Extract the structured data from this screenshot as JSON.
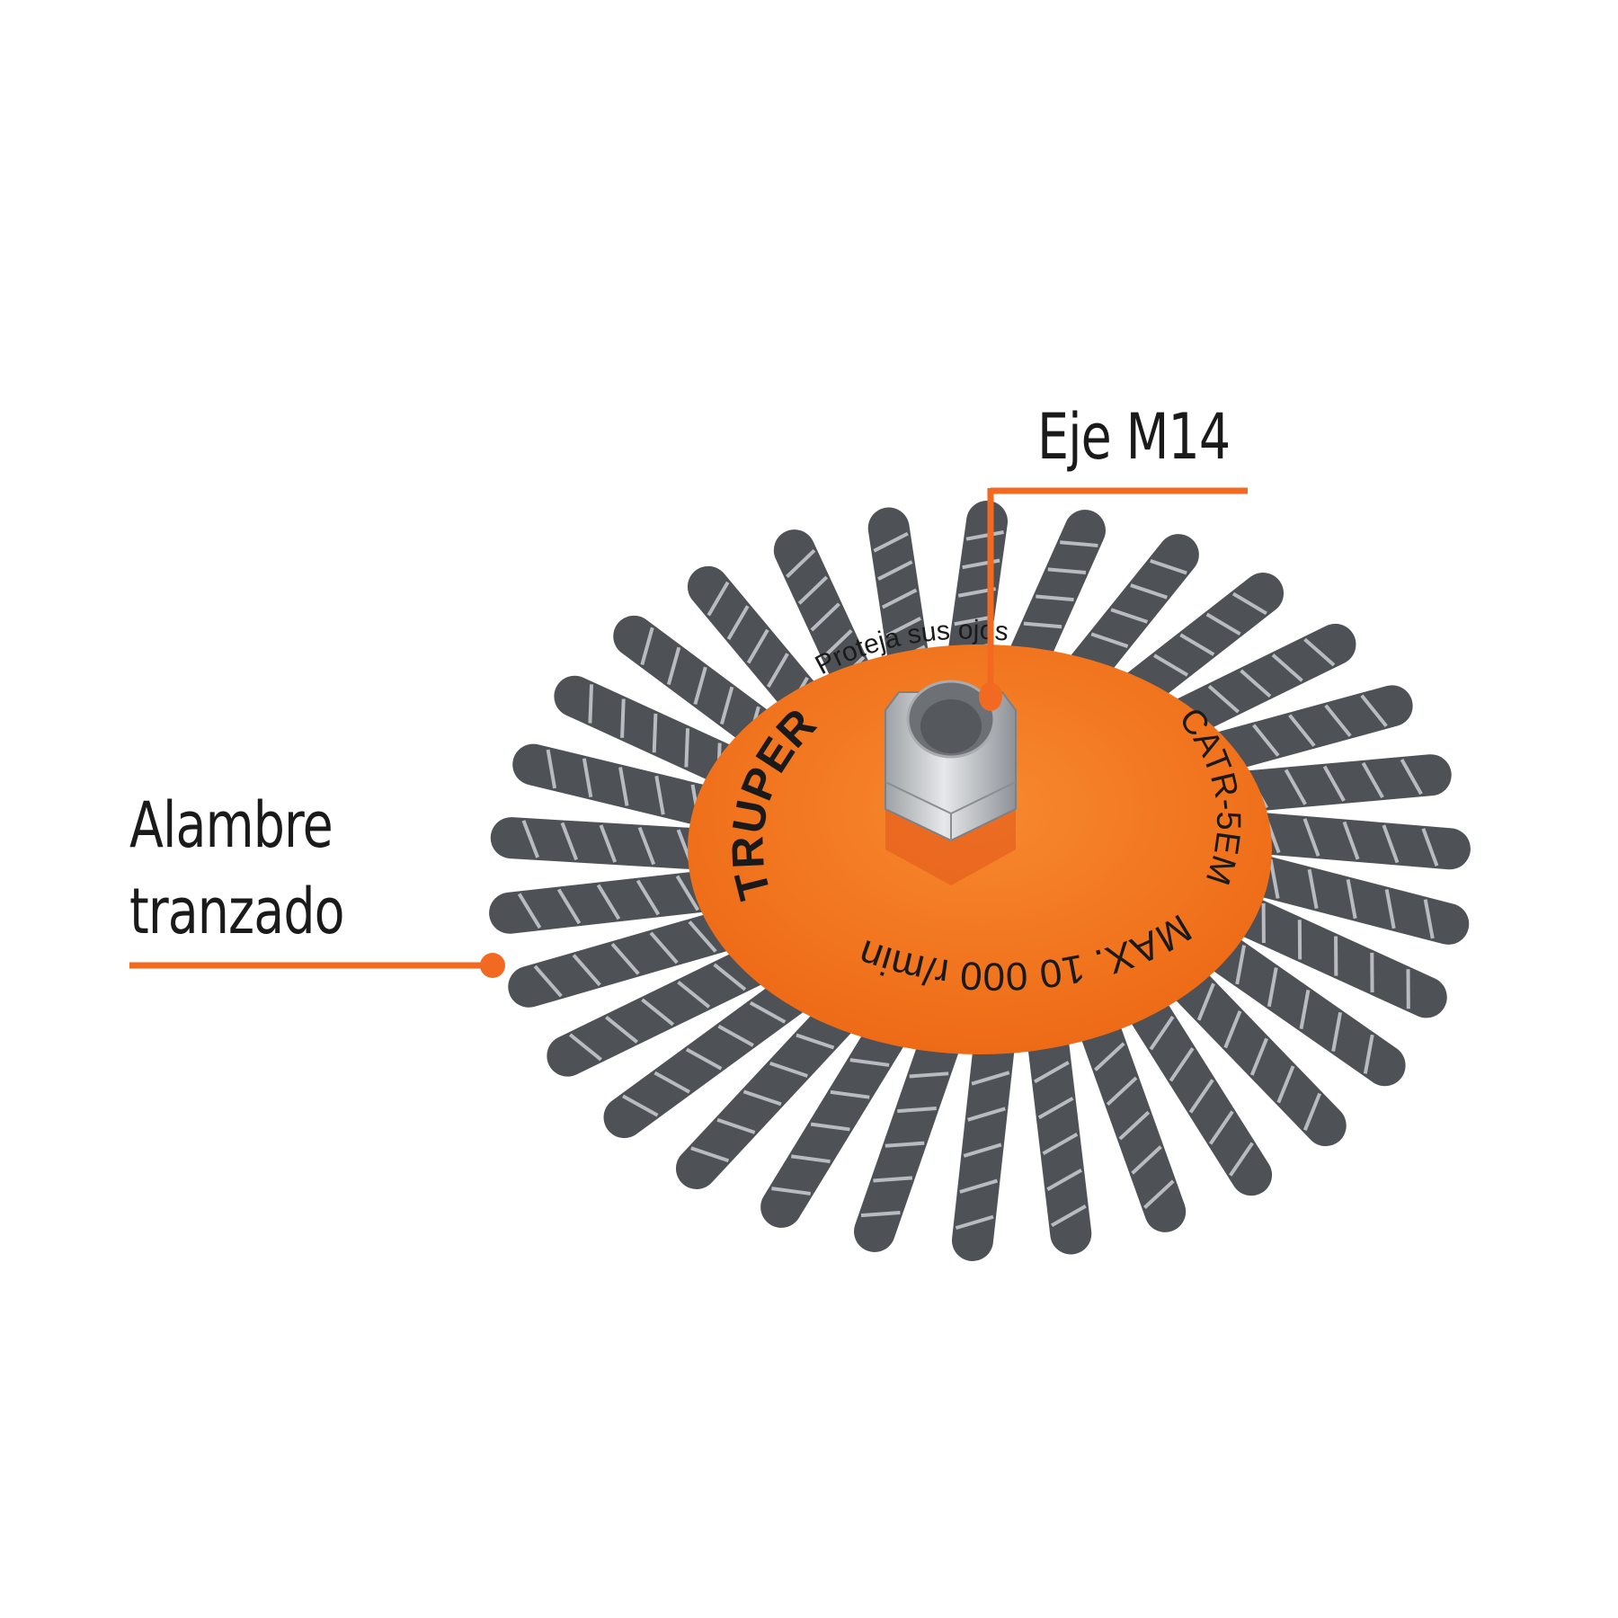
{
  "callouts": {
    "axis": {
      "label": "Eje M14"
    },
    "wire": {
      "line1": "Alambre",
      "line2": "tranzado"
    }
  },
  "product": {
    "brand": "TRUPER",
    "warning": "Proteja sus ojos",
    "model": "CATR-5EM",
    "max_speed": "MAX. 10 000 r/min"
  },
  "colors": {
    "accent": "#f26a21",
    "disc": "#f47a20",
    "text": "#1a1a1a",
    "wire": "#5a5d62",
    "nut": "#c9cbcd"
  }
}
